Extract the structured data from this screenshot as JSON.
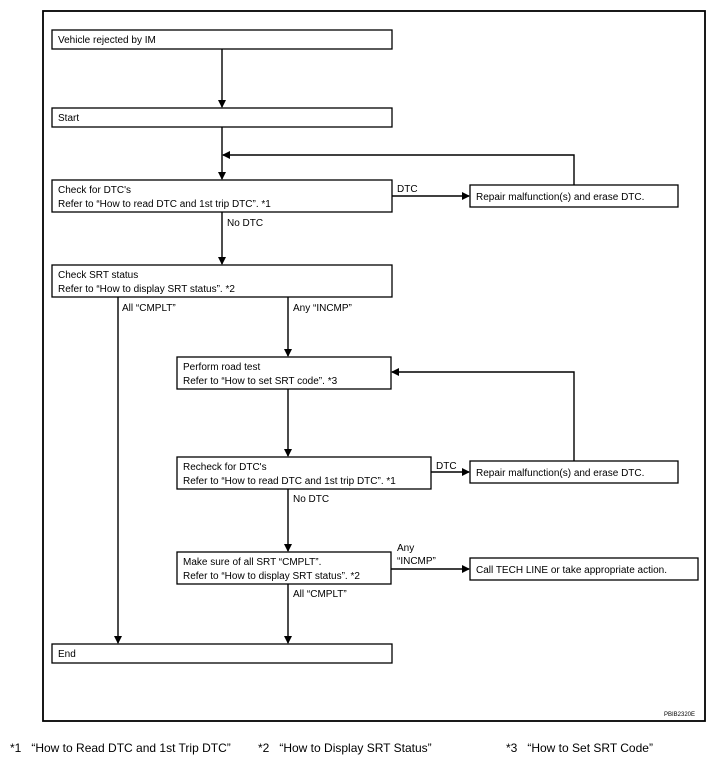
{
  "flowchart": {
    "vehicle_rejected": "Vehicle rejected by IM",
    "start": "Start",
    "check_dtc": {
      "line1": "Check for DTC's",
      "line2": "Refer to “How to read DTC and 1st trip DTC”. *1"
    },
    "dtc_label_1": "DTC",
    "repair_1": "Repair malfunction(s) and erase DTC.",
    "no_dtc_1": "No DTC",
    "check_srt": {
      "line1": "Check SRT status",
      "line2": "Refer to “How to display SRT status”. *2"
    },
    "all_cmplt_1": "All “CMPLT”",
    "any_incmp_1": "Any “INCMP”",
    "road_test": {
      "line1": "Perform road test",
      "line2": "Refer to “How to set SRT code”. *3"
    },
    "recheck_dtc": {
      "line1": "Recheck for DTC's",
      "line2": "Refer to “How to read DTC and 1st trip DTC”. *1"
    },
    "dtc_label_2": "DTC",
    "repair_2": "Repair malfunction(s) and erase DTC.",
    "no_dtc_2": "No DTC",
    "make_sure": {
      "line1": "Make sure of all SRT “CMPLT”.",
      "line2": "Refer to “How to display SRT status”. *2"
    },
    "any_incmp_2": {
      "line1": "Any",
      "line2": "“INCMP”"
    },
    "tech_line": "Call TECH LINE or take appropriate action.",
    "all_cmplt_2": "All “CMPLT”",
    "end": "End",
    "ref_code": "PBIB2320E"
  },
  "footnotes": {
    "note1": "*1   “How to Read DTC and 1st Trip DTC”",
    "note2": "*2   “How to Display SRT Status”",
    "note3": "*3   “How to Set SRT Code”"
  }
}
